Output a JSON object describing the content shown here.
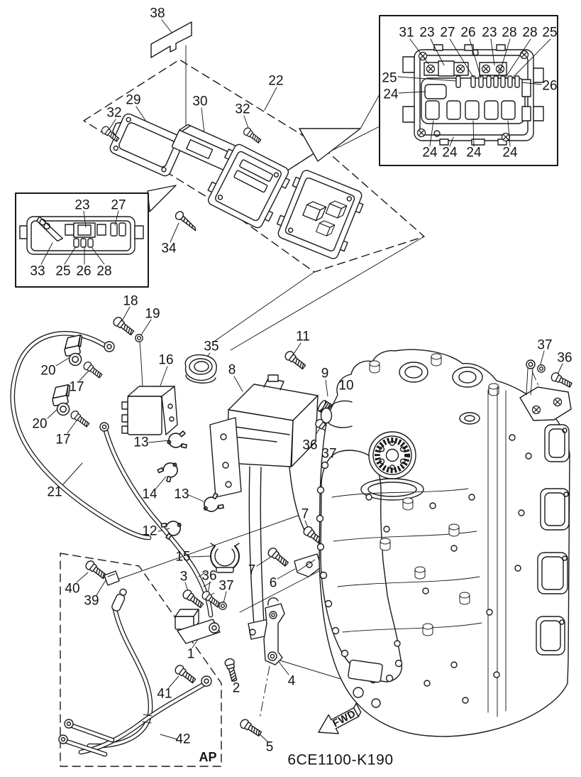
{
  "page": {
    "background": "#ffffff",
    "line_color": "#1a1a1a",
    "drawing_number": "6CE1100-K190",
    "direction_arrow_label": "FWD",
    "harness_tag_label": "AP"
  },
  "callouts": [
    {
      "text": "38"
    },
    {
      "text": "22"
    },
    {
      "text": "29"
    },
    {
      "text": "32"
    },
    {
      "text": "30"
    },
    {
      "text": "32"
    },
    {
      "text": "34"
    },
    {
      "text": "31"
    },
    {
      "text": "23"
    },
    {
      "text": "27"
    },
    {
      "text": "26"
    },
    {
      "text": "23"
    },
    {
      "text": "28"
    },
    {
      "text": "28"
    },
    {
      "text": "25"
    },
    {
      "text": "25"
    },
    {
      "text": "24"
    },
    {
      "text": "26"
    },
    {
      "text": "24"
    },
    {
      "text": "24"
    },
    {
      "text": "24"
    },
    {
      "text": "24"
    },
    {
      "text": "23"
    },
    {
      "text": "27"
    },
    {
      "text": "33"
    },
    {
      "text": "25"
    },
    {
      "text": "26"
    },
    {
      "text": "28"
    },
    {
      "text": "18"
    },
    {
      "text": "19"
    },
    {
      "text": "20"
    },
    {
      "text": "17"
    },
    {
      "text": "20"
    },
    {
      "text": "17"
    },
    {
      "text": "21"
    },
    {
      "text": "16"
    },
    {
      "text": "35"
    },
    {
      "text": "8"
    },
    {
      "text": "11"
    },
    {
      "text": "9"
    },
    {
      "text": "10"
    },
    {
      "text": "36"
    },
    {
      "text": "37"
    },
    {
      "text": "37"
    },
    {
      "text": "36"
    },
    {
      "text": "13"
    },
    {
      "text": "14"
    },
    {
      "text": "13"
    },
    {
      "text": "12"
    },
    {
      "text": "15"
    },
    {
      "text": "7"
    },
    {
      "text": "7"
    },
    {
      "text": "6"
    },
    {
      "text": "3"
    },
    {
      "text": "36"
    },
    {
      "text": "37"
    },
    {
      "text": "40"
    },
    {
      "text": "39"
    },
    {
      "text": "1"
    },
    {
      "text": "2"
    },
    {
      "text": "41"
    },
    {
      "text": "42"
    },
    {
      "text": "4"
    },
    {
      "text": "5"
    }
  ]
}
